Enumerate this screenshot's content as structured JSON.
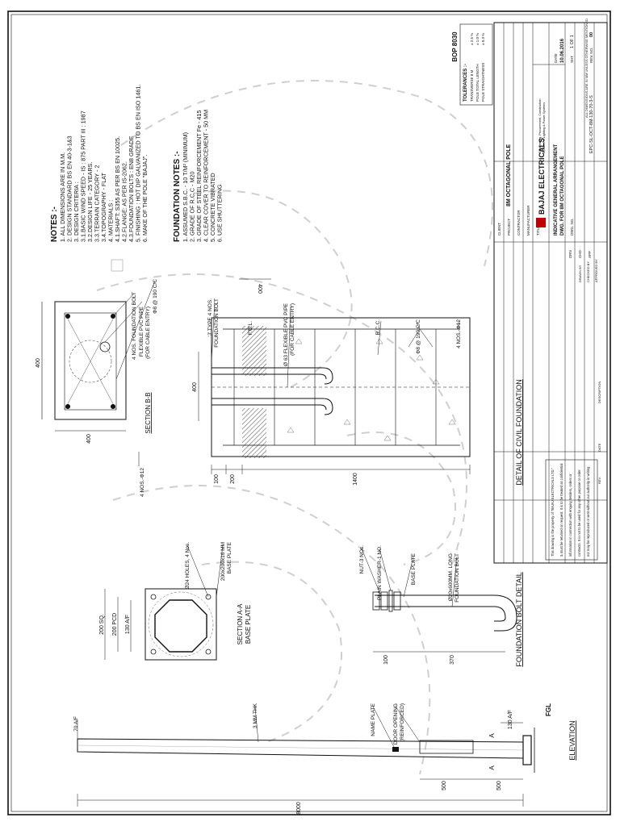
{
  "top_note": "ALL DIMENSIONS ARE IN MM UNLESS OTHERWISE MENTIONED.",
  "notes": {
    "heading": "NOTES :-",
    "lines": [
      "1.  ALL DIMENSIONS ARE IN M.M.",
      "2.  DESIGN STANDARD BS EN 40-3-1&3",
      "3.  DESIGN CRITERIA :",
      "      3.1.BASIC WIND SPEED - IS : 875 PART III : 1987",
      "      3.2.DESIGN LIFE - 25 YEARS.",
      "      3.3.TERRAIN CATEGORY - 2",
      "      3.4.TOPOGRAPHY - FLAT",
      "4.  MATERIALS :",
      "      4.1.SHAFT: S355 AS PER BS EN 10025.",
      "      4.2.FLANGE: AS PER IS-2062.",
      "      4.3.FOUNDATION BOLTS : EN8 GRADE",
      "5.  FINISHING : HOT DIP GALVANIZED TO BS EN ISO 1461.",
      "6.  MAKE OF THE POLE \"BAJAJ\"."
    ]
  },
  "foundation_notes": {
    "heading": "FOUNDATION NOTES :-",
    "lines": [
      "1.  ASSUMED S.B.C. - 10 T/M² (MINIMUM)",
      "2.  GRADE OF R.C.C - M20",
      "3.  GRADE OF STEEL REINFORCEMENT Fe - 415",
      "4.  CLEAR COVER TO REINFORCEMENT - 50 MM",
      "5.  CONCRETE VIBRATED",
      "6.  USE SHUTTERING"
    ]
  },
  "section_bb": {
    "title": "SECTION B-B",
    "dim_h": "400",
    "dim_v": "400",
    "bolt_label": "4 NOS. FOUNDATION BOLT",
    "pipe_label_1": "FLEXIBLE PVC PIPE",
    "pipe_label_2": "(FOR CABLE ENTRY)",
    "rebar_label": "Φ8 @ 190 C/C",
    "bars_label": "4 NOS.-Φ12"
  },
  "civil": {
    "title": "DETAIL OF CIVIL FOUNDATION",
    "j_bolt_1": "'J' TYPE 4 NOS.",
    "j_bolt_2": "FOUNDATION BOLT",
    "fgl": "F.G.L.",
    "dim_400_top": "400",
    "dim_400_side": "400",
    "pipe_1": "Ø 63 FLEXIBLE PVC PIPE",
    "pipe_2": "(FOR CABLE ENTRY)",
    "rcc": "R.C.C.",
    "stirrup": "Φ8 @ 190 C/C",
    "bars": "4 NOS.-Φ12",
    "dim_100": "100",
    "dim_200": "200",
    "dim_1400": "1400"
  },
  "base_plate": {
    "holes": "Ø24 HOLES, 4 Nos.",
    "plate_1": "200x200x16 MM",
    "plate_2": "BASE PLATE",
    "dim_sq": "200 SQ.",
    "dim_pcd": "200 PCD",
    "dim_af": "130 A/F",
    "title_1": "SECTION A-A",
    "title_2": "BASE PLATE"
  },
  "bolt_detail": {
    "title": "FOUNDATION BOLT DETAIL",
    "nut": "NUT-3 NOs.",
    "washer": "PLAIN WASHER-1 NO.",
    "base_plate": "BASE PLATE",
    "bolt_1": "Ø20x600MM. LONG",
    "bolt_2": "FOUNDATION  BOLT",
    "dim_100": "100",
    "dim_370": "370"
  },
  "elevation": {
    "title": "ELEVATION",
    "top_af": "70 A/F",
    "thk": "3 MM THK",
    "name_plate": "NAME PLATE",
    "door_1": "DOOR OPENING",
    "door_2": "(REINFORCED)",
    "fgl": "FGL",
    "bottom_af": "130 A/F",
    "dim_500a": "500",
    "dim_500b": "500",
    "dim_8000": "8000",
    "sec_a": "A"
  },
  "title_block": {
    "drawing_no": "BOP 8030",
    "tolerances_head": "TOLERANCES :-",
    "tol_rows": [
      [
        "TRANSVERSE 8 M",
        "± 2.5 %"
      ],
      [
        "POLE TOTAL LENGTH",
        "± 1.0 %"
      ],
      [
        "POLE STRAIGHTNESS",
        "± 0.3 %"
      ]
    ],
    "client_label": "CLIENT",
    "project_label": "PROJECT",
    "project_value": "8M OCTAGONAL POLE",
    "contractor_label": "CONTRACTOR",
    "manufacturer_label": "MANUFACTURER",
    "title_label": "TITLE",
    "company": "BAJAJ ELECTRICALS",
    "tagline_1": "Engineering, Procurement, Construction",
    "tagline_2": "Leaders in Lighting & Power Systems",
    "title_1": "INDICATIVE GENERAL ARRANGEMENT",
    "title_2": "DWG. FOR 8M OCTAGONAL POLE",
    "date_label": "DATE",
    "date_value": "10.06.2016",
    "sheet_label": "SHT",
    "sheet_value": "1 OF 1",
    "rev_label": "REV. NO.",
    "rev_value": "00",
    "dwg_label": "DWG. NO.",
    "dwg_value": "EPC-SL-OCT-8M-130-70-3-S",
    "desc_label": "DESCRIPTION",
    "date_col": "DATE",
    "rev_col": "REV.",
    "drawn_label": "DRAWN BY",
    "checked_label": "CHECKED BY",
    "approved_label": "APPROVED BY",
    "sign_drn": "DRN",
    "sign_chd": "CHD",
    "sign_app": "APP",
    "copyright": [
      "This drawing is the property of \"BAJAJ ELECTRICALS LTD.\"",
      "& must be returned on request. It is to be treated as confidential",
      "information in connection with enquiry, tenders, orders or",
      "contracts. It is not to be used for any other purpose or order",
      "nor may be reproduced or sent without our authority in writing."
    ]
  }
}
